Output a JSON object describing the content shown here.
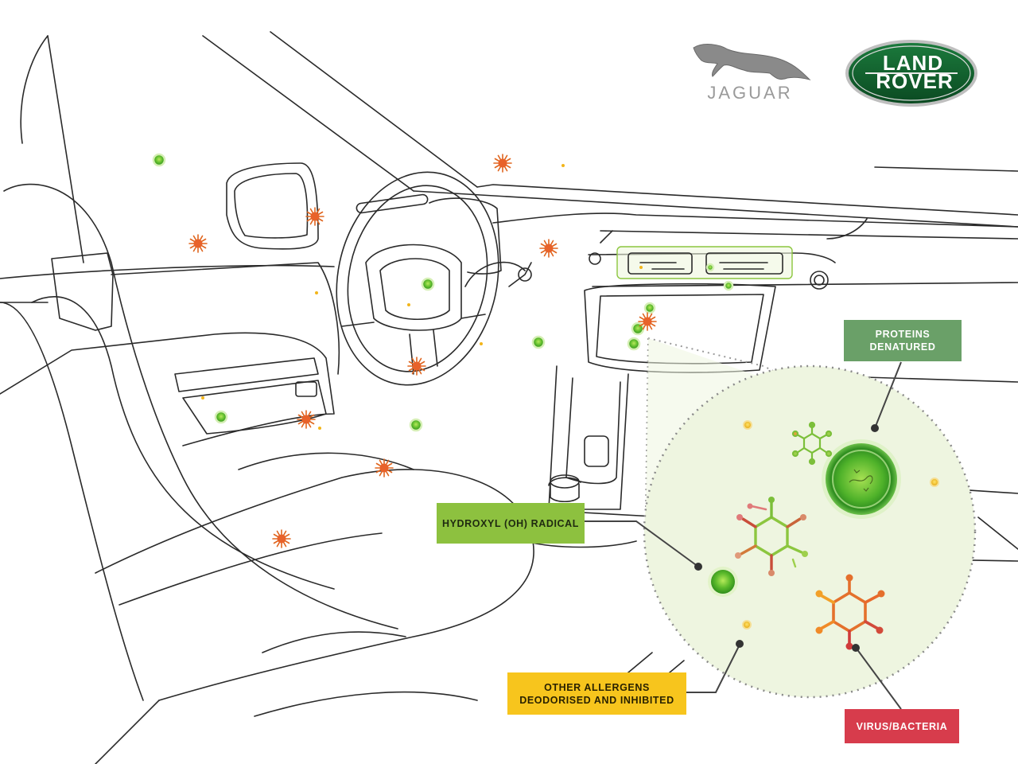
{
  "brands": {
    "jaguar": "JAGUAR",
    "land_rover_line1": "LAND",
    "land_rover_line2": "ROVER"
  },
  "callouts": {
    "proteins": "PROTEINS\nDENATURED",
    "hydroxyl": "HYDROXYL (OH) RADICAL",
    "allergens": "OTHER ALLERGENS\nDEODORISED AND INHIBITED",
    "virus": "VIRUS/BACTERIA"
  },
  "colors": {
    "proteins_box": "#6aa068",
    "hydroxyl_box": "#8dc13f",
    "allergens_box": "#f7c51d",
    "virus_box": "#d73c4c",
    "land_rover_green": "#0e5b2b",
    "zone_fill": "#eef5e0",
    "line": "#2a2a2a"
  }
}
